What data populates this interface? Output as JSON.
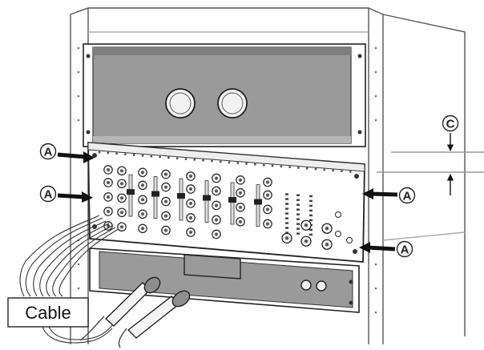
{
  "labels": {
    "callout_a": "A",
    "callout_c": "C",
    "cable": "Cable"
  }
}
